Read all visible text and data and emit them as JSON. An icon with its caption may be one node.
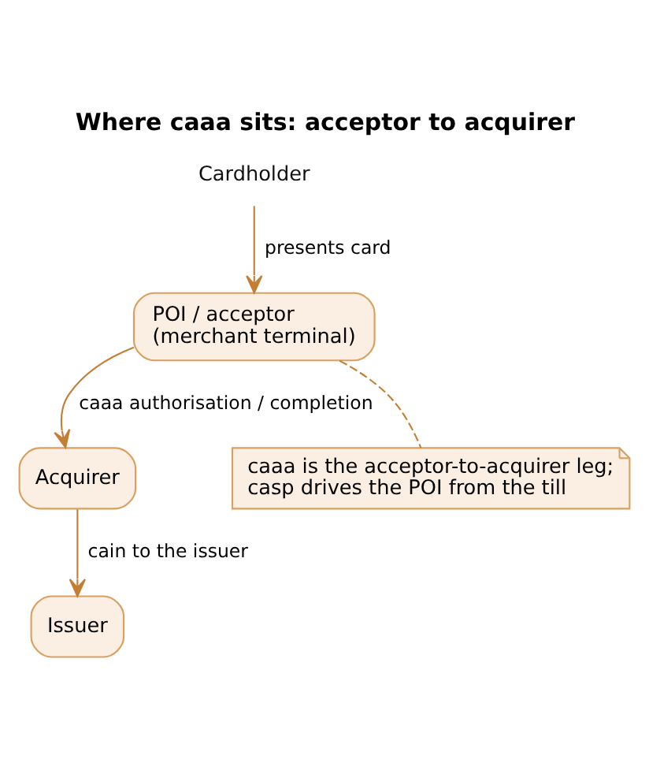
{
  "diagram": {
    "title": "Where caaa sits: acceptor to acquirer",
    "nodes": [
      {
        "text": [
          "Cardholder"
        ]
      },
      {
        "text": [
          "POI / acceptor (merchant terminal)"
        ]
      },
      {
        "text": [
          "Acquirer"
        ]
      },
      {
        "text": [
          "Issuer"
        ]
      },
      {
        "text": [
          "caaa is the acceptor-to-acquirer leg; casp drives the POI from the till"
        ]
      }
    ],
    "edges": [
      {
        "from": 0,
        "to": 1,
        "arrow": "to",
        "label": "presents card"
      },
      {
        "from": 1,
        "to": 2,
        "arrow": "to",
        "label": "caaa authorisation / completion"
      },
      {
        "from": 2,
        "to": 3,
        "arrow": "to",
        "label": "cain to the issuer"
      },
      {
        "from": 1,
        "to": 4,
        "arrow": "none",
        "style": "dashed"
      }
    ]
  }
}
